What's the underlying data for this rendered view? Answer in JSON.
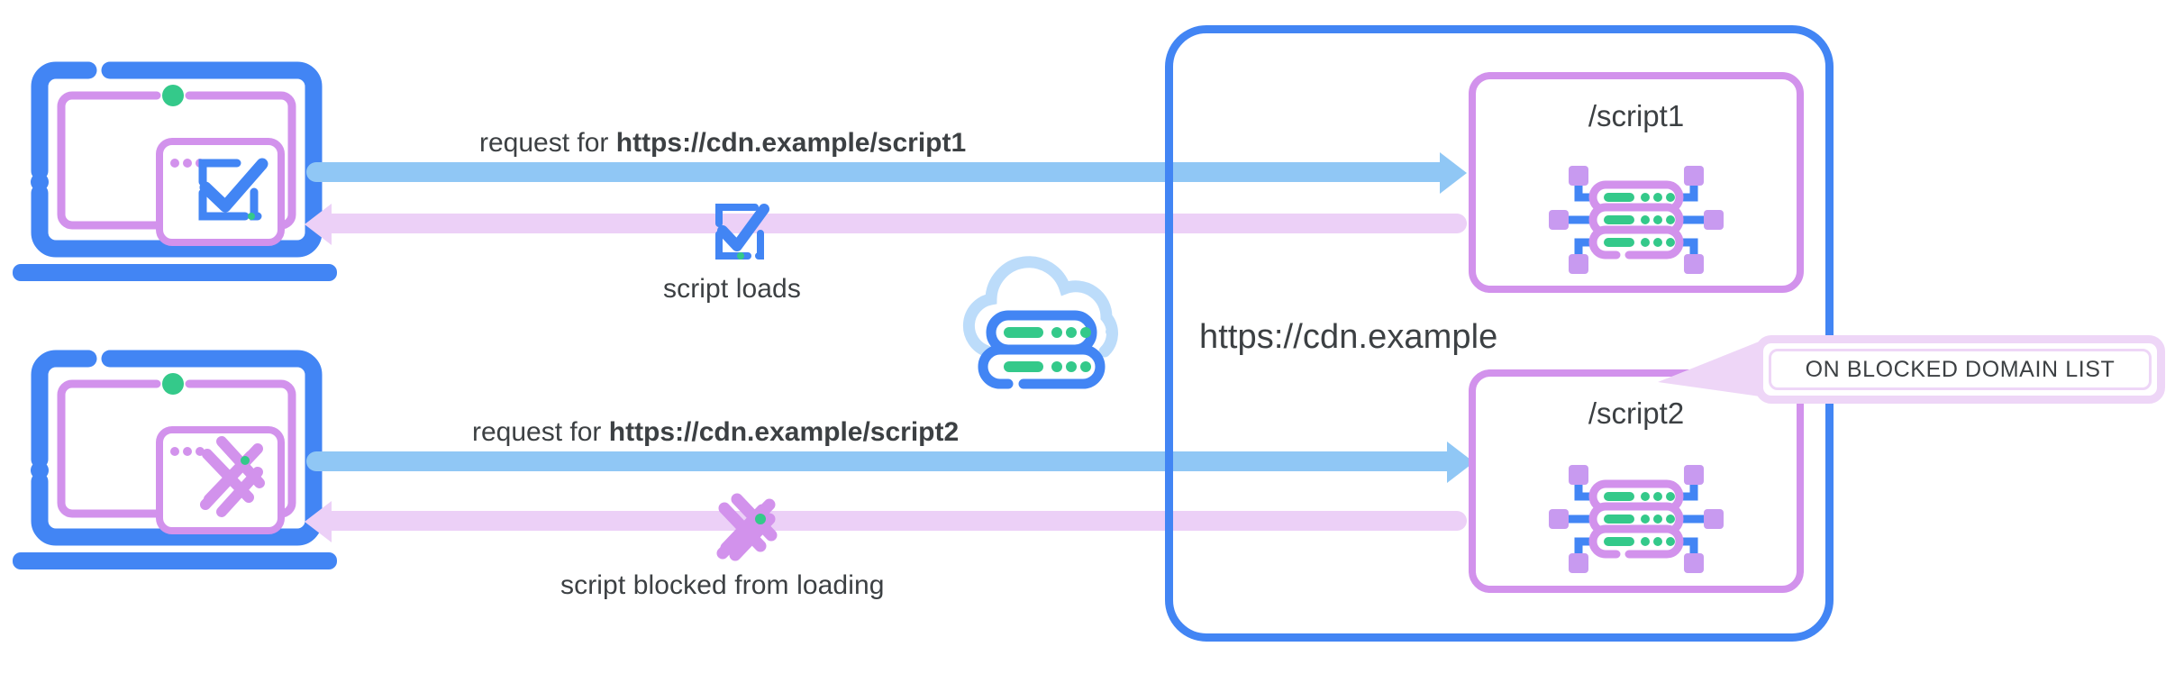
{
  "diagram": {
    "title": "CDN script blocking diagram",
    "colors": {
      "blue": "#4285f4",
      "light_blue_arrow": "#90c7f5",
      "purple": "#d292ec",
      "light_purple_arrow": "#ecd0f7",
      "green": "#34c98a",
      "text": "#3c4043",
      "callout_border": "#eed6f7"
    }
  },
  "cdn": {
    "label": "https://cdn.example"
  },
  "rows": [
    {
      "id": "script1",
      "request_prefix": "request for ",
      "request_url": "https://cdn.example/script1",
      "result_label": "script loads",
      "result_icon": "checkbox-check-icon",
      "client_icon": "laptop-allowed-icon",
      "server_box_title": "/script1",
      "server_icon": "server-rack-icon"
    },
    {
      "id": "script2",
      "request_prefix": "request for ",
      "request_url": "https://cdn.example/script2",
      "result_label": "script blocked from loading",
      "result_icon": "x-cross-icon",
      "client_icon": "laptop-blocked-icon",
      "server_box_title": "/script2",
      "server_icon": "server-rack-icon"
    }
  ],
  "callout": {
    "text": "ON BLOCKED DOMAIN LIST"
  },
  "cloud": {
    "icon": "cloud-server-icon"
  }
}
